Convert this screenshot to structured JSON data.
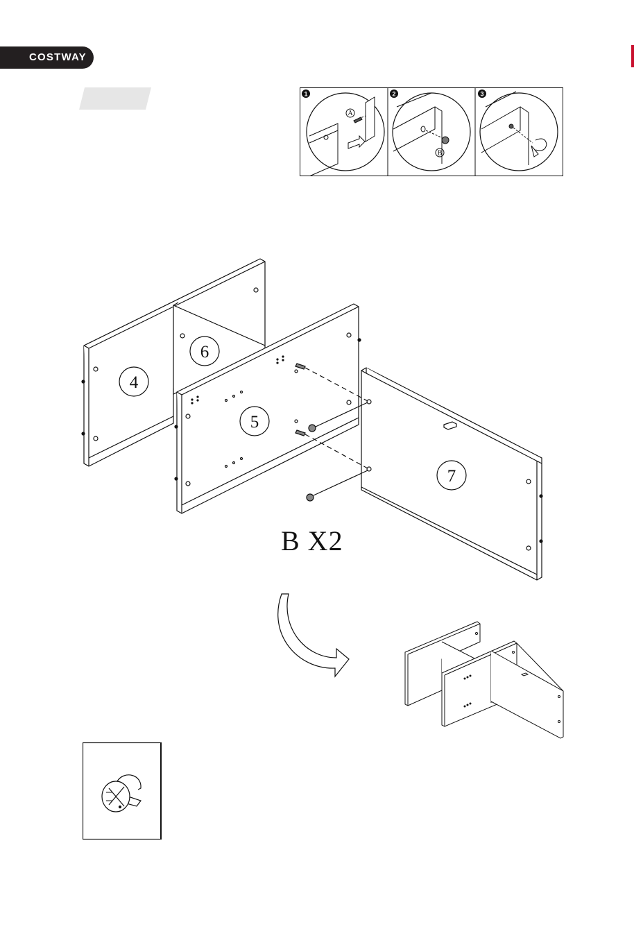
{
  "brand": {
    "name": "COSTWAY"
  },
  "steps": [
    {
      "number": "1",
      "part_label": "A"
    },
    {
      "number": "2",
      "part_label": "B"
    },
    {
      "number": "3"
    }
  ],
  "panels": [
    {
      "number": "4"
    },
    {
      "number": "5"
    },
    {
      "number": "6"
    },
    {
      "number": "7"
    }
  ],
  "quantity_label": "B X2",
  "colors": {
    "brand_bg": "#231f20",
    "accent_red": "#c8102e",
    "tab_gray": "#e6e6e6",
    "line": "#111111"
  },
  "icons": [
    "cam-lock-icon",
    "curved-arrow-icon",
    "screwdriver-icon"
  ]
}
